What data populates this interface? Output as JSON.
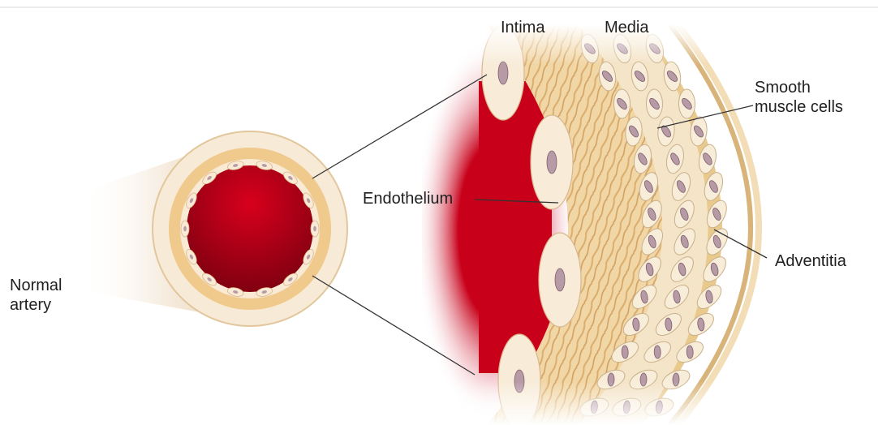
{
  "labels": {
    "normal_artery": "Normal\nartery",
    "intima": "Intima",
    "media": "Media",
    "smooth_muscle": "Smooth\nmuscle cells",
    "endothelium": "Endothelium",
    "adventitia": "Adventitia"
  },
  "colors": {
    "blood": "#c8001a",
    "blood_dark": "#7a0010",
    "tissue_cream": "#f6e6cc",
    "adventitia_tan": "#e9c98c",
    "intima_fiber": "#d9a866",
    "nucleus": "#b69aa6",
    "leader_line": "#333333"
  }
}
